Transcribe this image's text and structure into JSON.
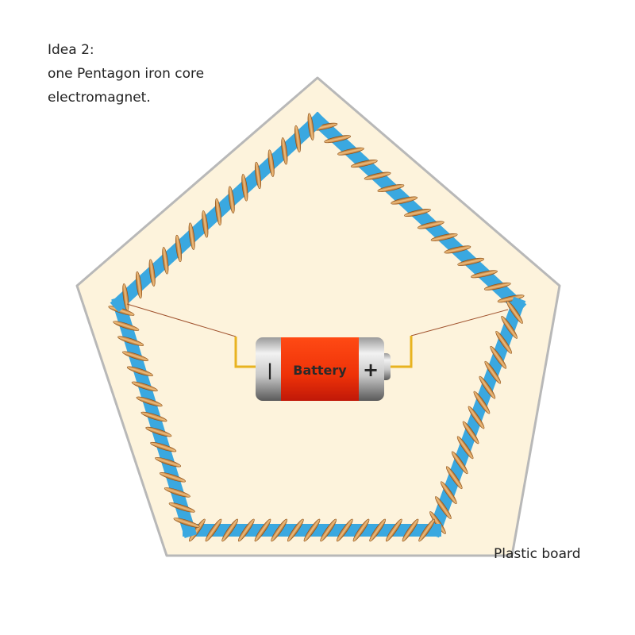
{
  "title_lines": [
    "Idea 2:",
    "one Pentagon iron core",
    "electromagnet."
  ],
  "board_label": "Plastic board",
  "battery": {
    "label": "Battery",
    "negative": "|",
    "positive": "+"
  },
  "colors": {
    "board": "#fdf3dc",
    "board_border": "#b8b8b8",
    "coil": "#c8843a",
    "core": "#3aa8e0",
    "battery_red": "#f23a10",
    "wire": "#e8b320"
  },
  "coil_turns_per_side": 15
}
